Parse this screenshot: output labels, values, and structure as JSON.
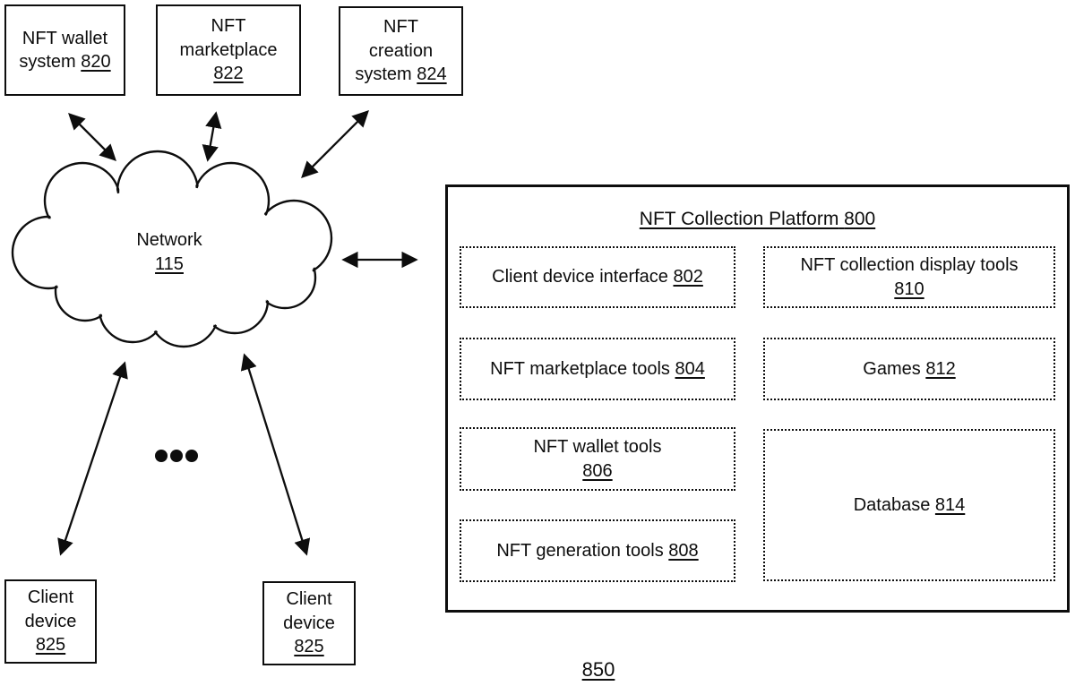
{
  "figure_label": "850",
  "network": {
    "name": "Network",
    "ref": "115"
  },
  "external_systems": [
    {
      "name": "NFT wallet system",
      "ref": "820"
    },
    {
      "name": "NFT marketplace",
      "ref": "822"
    },
    {
      "name": "NFT creation system",
      "ref": "824"
    }
  ],
  "client_devices": [
    {
      "name": "Client device",
      "ref": "825"
    },
    {
      "name": "Client device",
      "ref": "825"
    }
  ],
  "platform": {
    "title": "NFT Collection Platform",
    "ref": "800",
    "modules": [
      {
        "name": "Client device interface",
        "ref": "802"
      },
      {
        "name": "NFT collection display tools",
        "ref": "810"
      },
      {
        "name": "NFT marketplace tools",
        "ref": "804"
      },
      {
        "name": "Games",
        "ref": "812"
      },
      {
        "name": "NFT wallet tools",
        "ref": "806"
      },
      {
        "name": "Database",
        "ref": "814"
      },
      {
        "name": "NFT generation tools",
        "ref": "808"
      }
    ]
  },
  "colors": {
    "line": "#0d0d0d",
    "background": "#ffffff"
  }
}
